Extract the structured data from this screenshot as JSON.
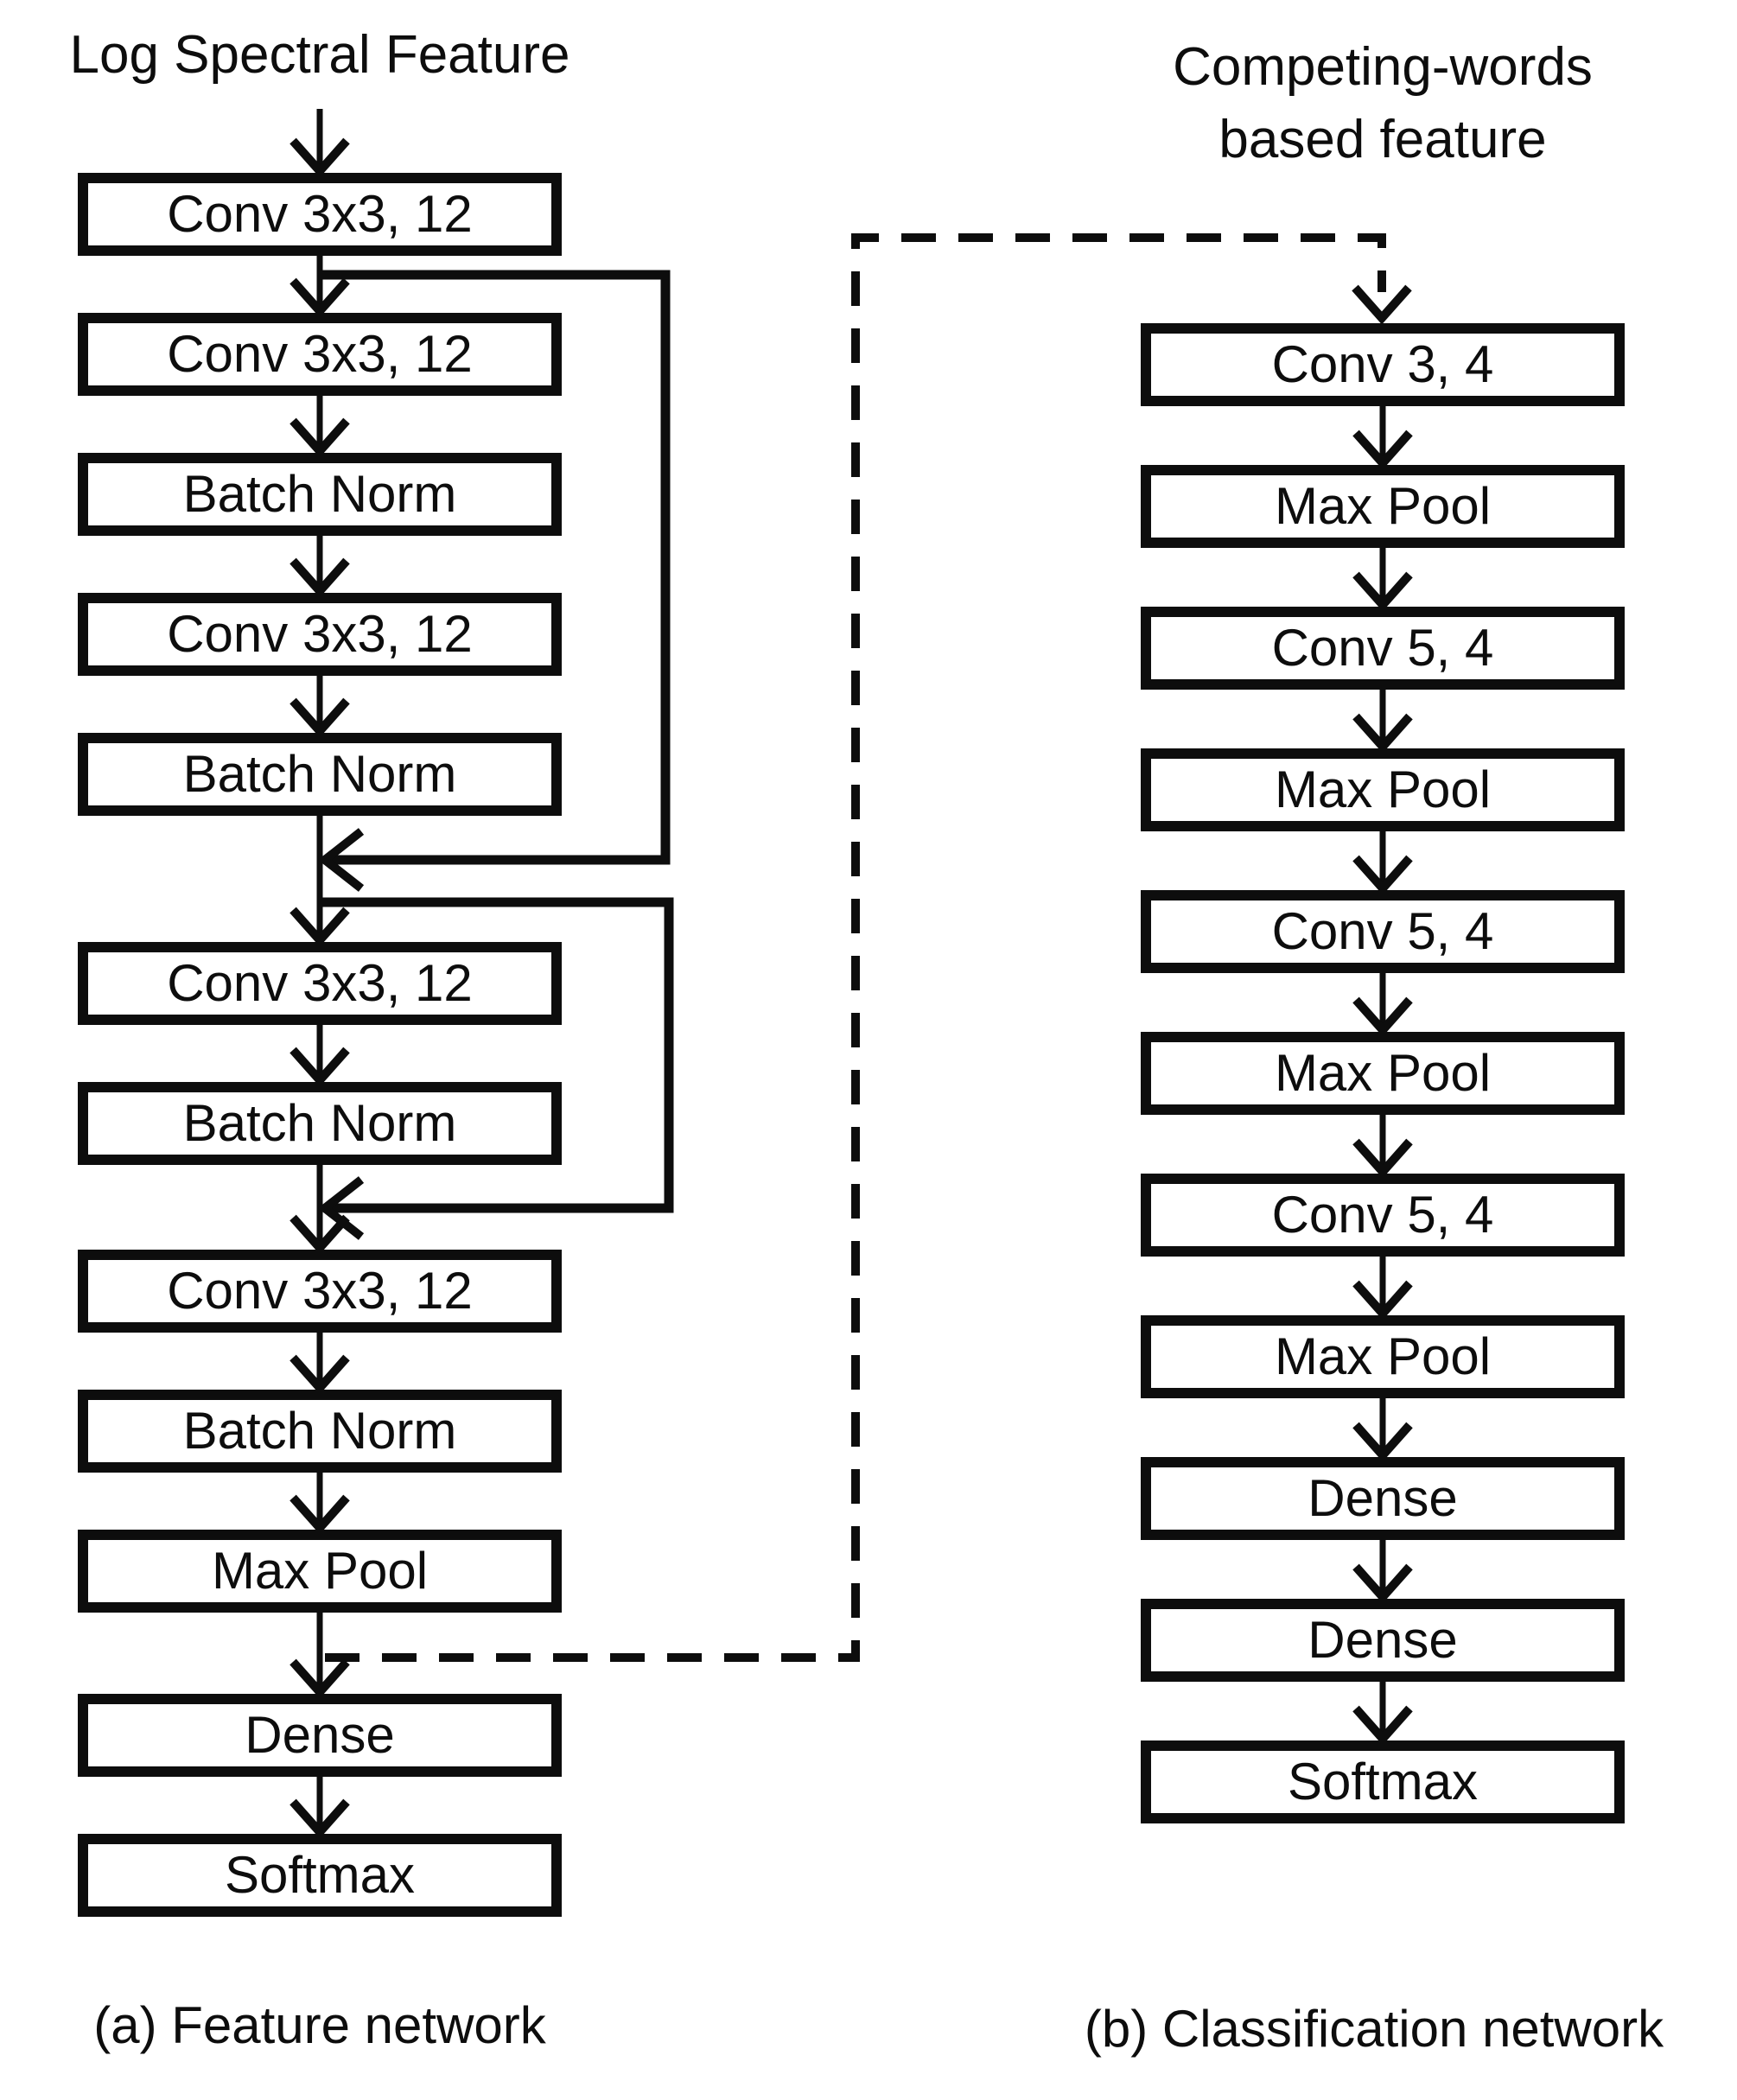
{
  "figure": {
    "colors": {
      "stroke": "#0d0d0d",
      "text": "#0d0d0d",
      "background": "#ffffff",
      "box_fill": "#ffffff"
    },
    "left": {
      "input_label": "Log Spectral Feature",
      "layers": [
        "Conv 3x3, 12",
        "Conv 3x3, 12",
        "Batch Norm",
        "Conv 3x3, 12",
        "Batch Norm",
        "Conv 3x3, 12",
        "Batch Norm",
        "Conv 3x3, 12",
        "Batch Norm",
        "Max Pool",
        "Dense",
        "Softmax"
      ],
      "caption": "(a) Feature network"
    },
    "right": {
      "input_label_line1": "Competing-words",
      "input_label_line2": "based feature",
      "layers": [
        "Conv 3, 4",
        "Max Pool",
        "Conv 5, 4",
        "Max Pool",
        "Conv 5, 4",
        "Max Pool",
        "Conv 5, 4",
        "Max Pool",
        "Dense",
        "Dense",
        "Softmax"
      ],
      "caption": "(b) Classification network"
    }
  }
}
